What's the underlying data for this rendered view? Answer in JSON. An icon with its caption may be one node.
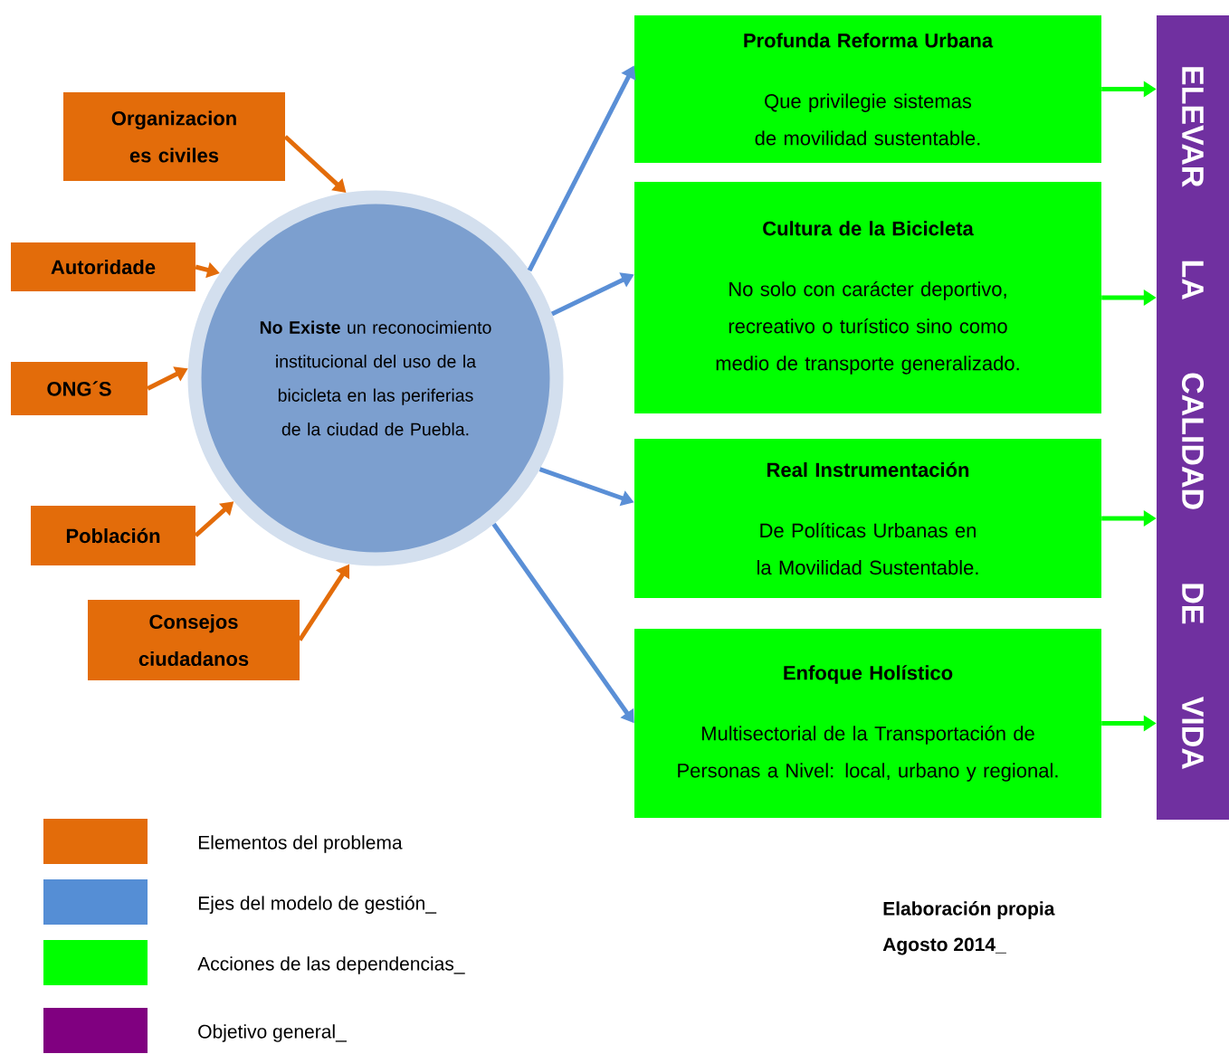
{
  "diagram": {
    "nodes": [
      {
        "text": [
          "Organizacion es civiles"
        ]
      },
      {
        "text": [
          "Autoridade"
        ]
      },
      {
        "text": [
          "ONG´S"
        ]
      },
      {
        "text": [
          "Población"
        ]
      },
      {
        "text": [
          "Consejos ciudadanos"
        ]
      },
      {
        "text": [
          "**No Existe** un reconocimiento institucional del uso de la bicicleta en las periferias de la ciudad de Puebla."
        ]
      },
      {
        "text": [
          "Profunda Reforma Urbana",
          "Que privilegie sistemas de movilidad sustentable."
        ]
      },
      {
        "text": [
          "Cultura de la Bicicleta",
          "No solo con carácter deportivo, recreativo o turístico sino como medio de transporte generalizado."
        ]
      },
      {
        "text": [
          "Real Instrumentación",
          "De Políticas Urbanas en la Movilidad Sustentable."
        ]
      },
      {
        "text": [
          "Enfoque Holístico",
          "Multisectorial de la Transportación de Personas a Nivel: local, urbano y regional."
        ]
      },
      {
        "text": [
          "ELEVAR LA CALIDAD DE VIDA"
        ]
      }
    ],
    "edges": [
      {
        "from": 0,
        "to": 5,
        "arrow": "to"
      },
      {
        "from": 1,
        "to": 5,
        "arrow": "to"
      },
      {
        "from": 2,
        "to": 5,
        "arrow": "to"
      },
      {
        "from": 3,
        "to": 5,
        "arrow": "to"
      },
      {
        "from": 4,
        "to": 5,
        "arrow": "to"
      },
      {
        "from": 5,
        "to": 6,
        "arrow": "to",
        "color": "#5a8fd6"
      },
      {
        "from": 5,
        "to": 7,
        "arrow": "to",
        "color": "#5a8fd6"
      },
      {
        "from": 5,
        "to": 8,
        "arrow": "to",
        "color": "#5a8fd6"
      },
      {
        "from": 5,
        "to": 9,
        "arrow": "to",
        "color": "#5a8fd6"
      },
      {
        "from": 6,
        "to": 10,
        "arrow": "to",
        "color": "#00ff00"
      },
      {
        "from": 7,
        "to": 10,
        "arrow": "to",
        "color": "#00ff00"
      },
      {
        "from": 8,
        "to": 10,
        "arrow": "to",
        "color": "#00ff00"
      },
      {
        "from": 9,
        "to": 10,
        "arrow": "to",
        "color": "#00ff00"
      }
    ],
    "labels": [
      "Elaboración propia",
      "Agosto 2014_"
    ],
    "legend": [
      {
        "text": "Elementos del problema",
        "color": "#e36c0a"
      },
      {
        "text": "Ejes del modelo de gestión_",
        "color": "#558ed5"
      },
      {
        "text": "Acciones de las dependencias_",
        "color": "#00ff00"
      },
      {
        "text": "Objetivo general_",
        "color": "#800080"
      }
    ]
  }
}
